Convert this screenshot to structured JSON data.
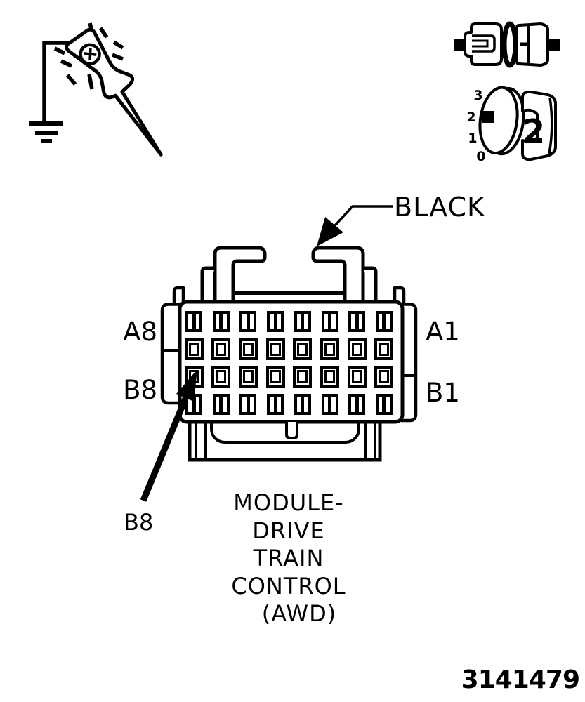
{
  "page": {
    "background": "#ffffff",
    "ink": "#000000",
    "figure_number": "3141479"
  },
  "icons": {
    "test_light": {
      "name": "grounded-test-light"
    },
    "inline_connector": {
      "name": "single-wire-inline-connector"
    },
    "rotary_dial": {
      "scale": [
        "3",
        "2",
        "1",
        "0"
      ],
      "selected": "2"
    }
  },
  "connector": {
    "wire_color_label": "BLACK",
    "pin_row_labels": {
      "top_left": "A8",
      "top_right": "A1",
      "bottom_left": "B8",
      "bottom_right": "B1"
    },
    "callout": {
      "label": "B8"
    },
    "grid": {
      "columns": 8,
      "rows": [
        {
          "row": "A",
          "type": "split"
        },
        {
          "row": "A",
          "type": "box"
        },
        {
          "row": "B",
          "type": "box"
        },
        {
          "row": "B",
          "type": "split"
        }
      ]
    },
    "caption": {
      "lines": [
        "MODULE-",
        "DRIVE",
        "TRAIN",
        "CONTROL",
        "(AWD)"
      ]
    }
  }
}
